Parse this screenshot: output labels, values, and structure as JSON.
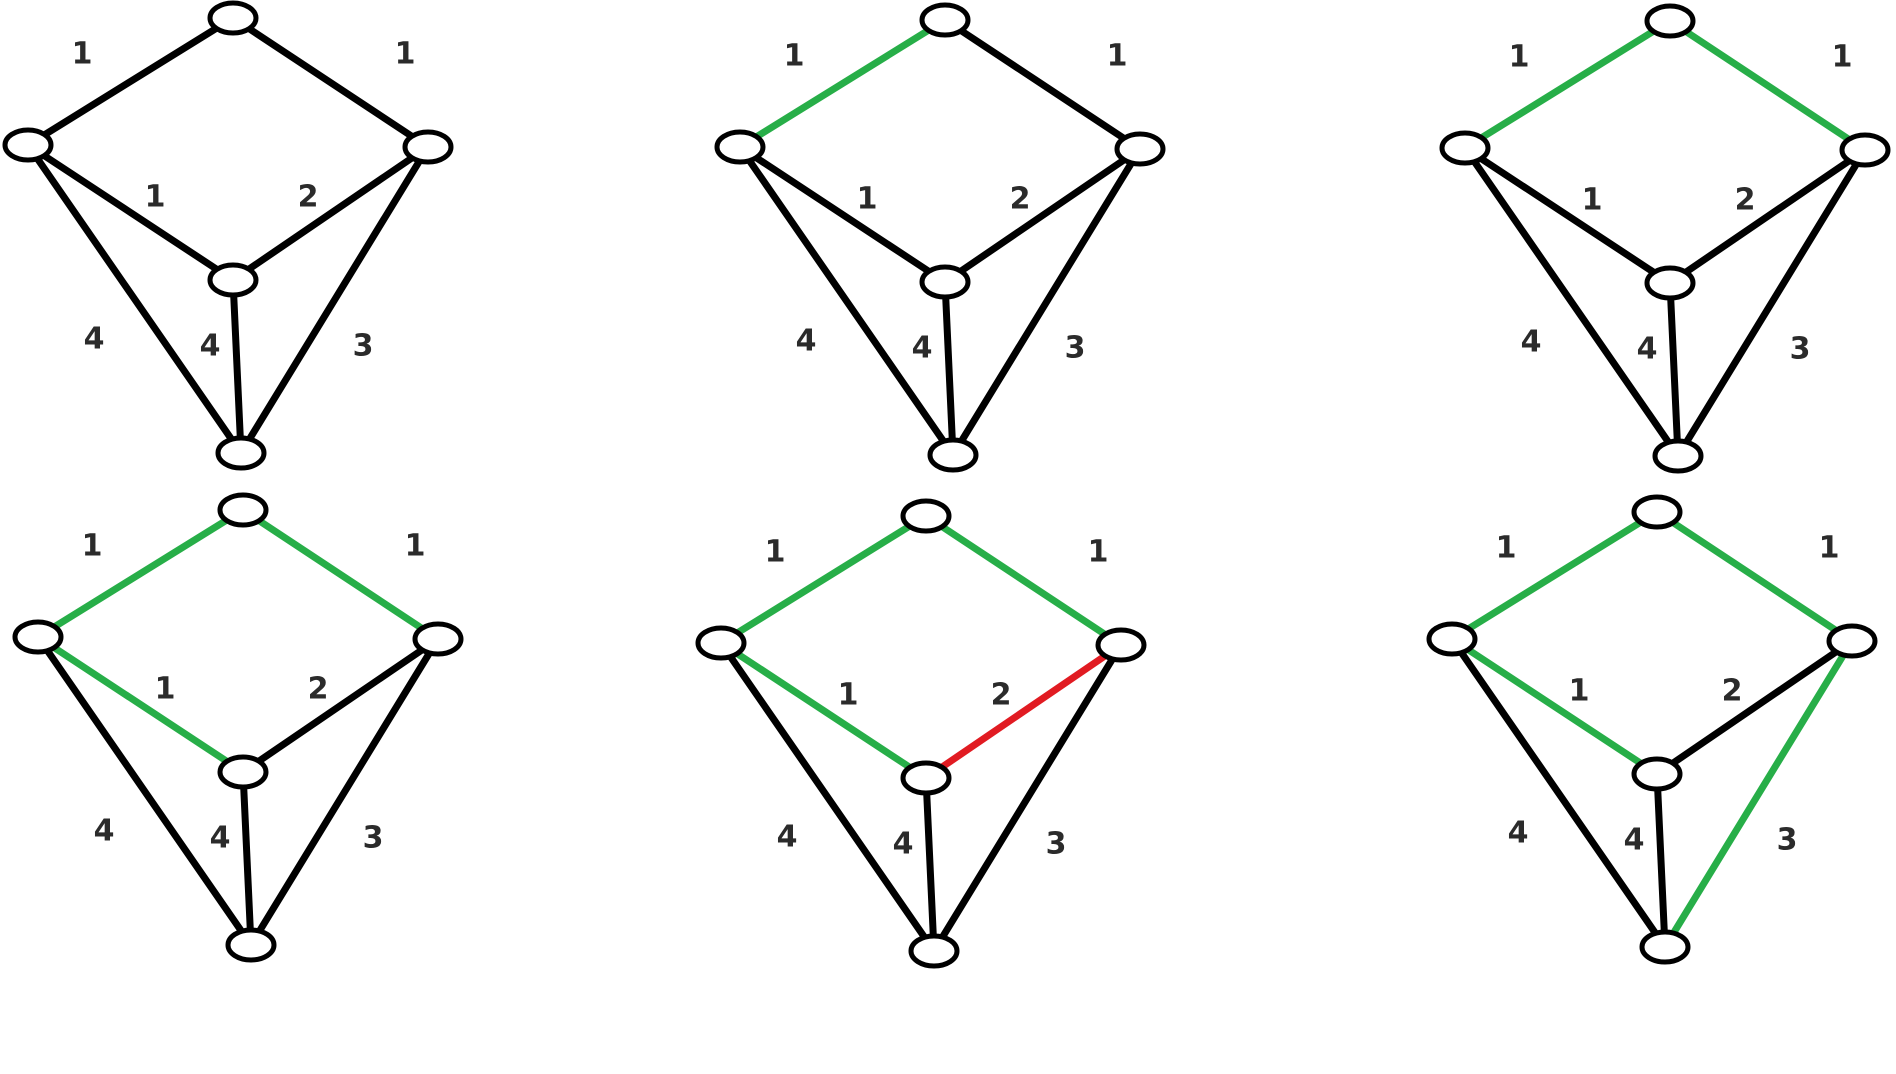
{
  "colors": {
    "default_edge": "#000000",
    "selected_edge": "#27ae48",
    "rejected_edge": "#e11b22",
    "node_fill": "#ffffff",
    "node_stroke": "#000000",
    "label": "#2b2b2b"
  },
  "graph": {
    "nodes": [
      "top",
      "left",
      "right",
      "center",
      "bottom"
    ],
    "edges": [
      {
        "id": "top-left",
        "from": "top",
        "to": "left",
        "weight": "1"
      },
      {
        "id": "top-right",
        "from": "top",
        "to": "right",
        "weight": "1"
      },
      {
        "id": "left-center",
        "from": "left",
        "to": "center",
        "weight": "1"
      },
      {
        "id": "right-center",
        "from": "right",
        "to": "center",
        "weight": "2"
      },
      {
        "id": "left-bottom",
        "from": "left",
        "to": "bottom",
        "weight": "4"
      },
      {
        "id": "center-bottom",
        "from": "center",
        "to": "bottom",
        "weight": "4"
      },
      {
        "id": "right-bottom",
        "from": "right",
        "to": "bottom",
        "weight": "3"
      }
    ]
  },
  "steps": [
    {
      "selected": [],
      "rejected": []
    },
    {
      "selected": [
        "top-left"
      ],
      "rejected": []
    },
    {
      "selected": [
        "top-left",
        "top-right"
      ],
      "rejected": []
    },
    {
      "selected": [
        "top-left",
        "top-right",
        "left-center"
      ],
      "rejected": []
    },
    {
      "selected": [
        "top-left",
        "top-right",
        "left-center"
      ],
      "rejected": [
        "right-center"
      ]
    },
    {
      "selected": [
        "top-left",
        "top-right",
        "left-center",
        "right-bottom"
      ],
      "rejected": []
    }
  ]
}
